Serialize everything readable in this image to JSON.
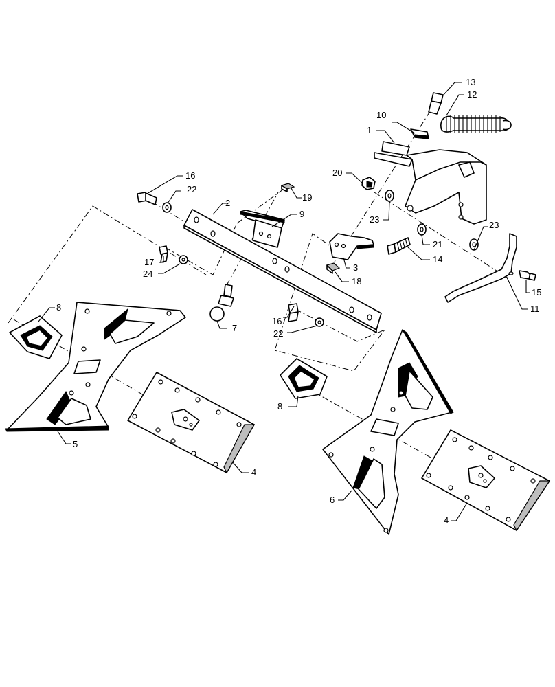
{
  "callouts": {
    "c1": "1",
    "c2": "2",
    "c3": "3",
    "c4a": "4",
    "c4b": "4",
    "c5": "5",
    "c6": "6",
    "c7": "7",
    "c8a": "8",
    "c8b": "8",
    "c9": "9",
    "c10": "10",
    "c11": "11",
    "c12": "12",
    "c13": "13",
    "c14": "14",
    "c15": "15",
    "c16a": "16",
    "c16b": "16",
    "c17": "17",
    "c18": "18",
    "c19": "19",
    "c20": "20",
    "c21": "21",
    "c22a": "22",
    "c22b": "22",
    "c23a": "23",
    "c23b": "23",
    "c24": "24"
  }
}
